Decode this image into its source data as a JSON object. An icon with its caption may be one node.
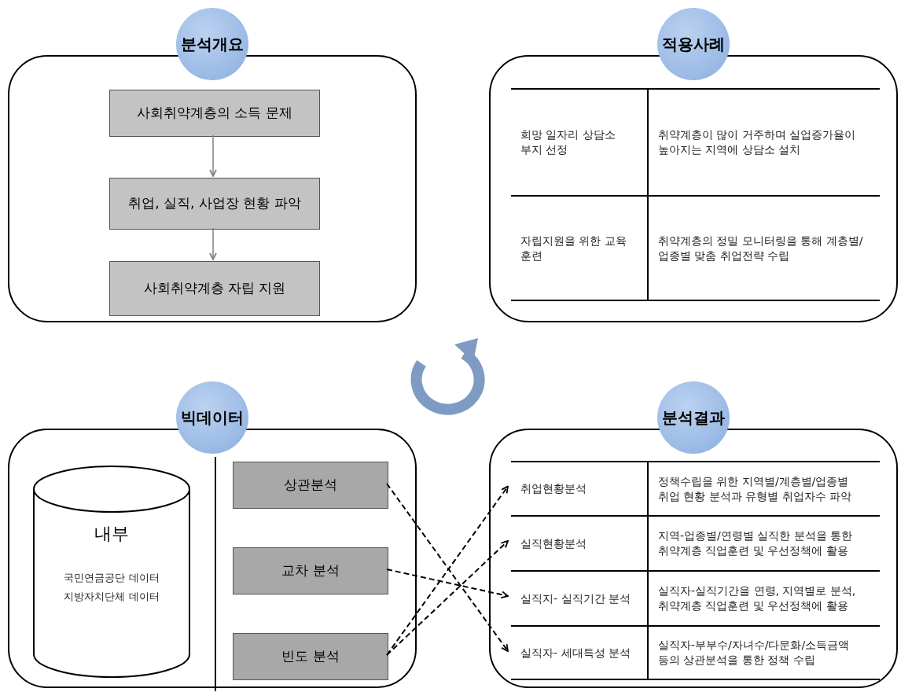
{
  "diagram": {
    "nodes": [
      {
        "text": [
          "분석개요"
        ]
      },
      {
        "text": [
          "사회취약계층의 소득 문제"
        ],
        "in": 0
      },
      {
        "text": [
          "취업, 실직, 사업장 현황 파악"
        ],
        "in": 0
      },
      {
        "text": [
          "사회취약계층 자립 지원"
        ],
        "in": 0
      },
      {
        "text": [
          "적용사례"
        ]
      },
      {
        "text": [
          "희망 일자리 상담소 부지 선정",
          "취약계층이 많이 거주하며 실업증가율이 높아지는 지역에 상담소 설치"
        ],
        "in": 4
      },
      {
        "text": [
          "자립지원을 위한 교육 훈련",
          "취약계층의 정밀 모니터링을 통해 계층별/업종별 맞춤 취업전략 수립"
        ],
        "in": 4
      },
      {
        "text": [
          "빅데이터"
        ]
      },
      {
        "text": [
          "내부",
          "국민연금공단 데이터 지방자치단체 데이터"
        ],
        "in": 7
      },
      {
        "text": [
          "상관분석"
        ],
        "in": 7
      },
      {
        "text": [
          "교차 분석"
        ],
        "in": 7
      },
      {
        "text": [
          "빈도 분석"
        ],
        "in": 7
      },
      {
        "text": [
          "분석결과"
        ]
      },
      {
        "text": [
          "취업현황분석",
          "정책수립을 위한 지역별/계층별/업종별 취업 현황 분석과 유형별 취업자수 파악"
        ],
        "in": 12
      },
      {
        "text": [
          "실직현황분석",
          "지역-업종별/연령별 실직한 분석을 통한 취약계층 직업훈련 및 우선정책에 활용"
        ],
        "in": 12
      },
      {
        "text": [
          "실직지- 실직기간 분석",
          "실직자-실직기간을 연령, 지역별로 분석, 취약계층 직업훈련 및 우선정책에 활용"
        ],
        "in": 12
      },
      {
        "text": [
          "실직자- 세대특성 분석",
          "실직자-부부수/자녀수/다문화/소득금액 등의 상관분석을 통한 정책 수립"
        ],
        "in": 12
      }
    ],
    "edges": [
      {
        "from": 1,
        "to": 2,
        "arrow": "to",
        "color": "#808080"
      },
      {
        "from": 2,
        "to": 3,
        "arrow": "to",
        "color": "#808080"
      },
      {
        "from": 9,
        "to": 16,
        "arrow": "to",
        "style": "dashed"
      },
      {
        "from": 10,
        "to": 15,
        "arrow": "to",
        "style": "dashed"
      },
      {
        "from": 11,
        "to": 13,
        "arrow": "to",
        "style": "dashed"
      },
      {
        "from": 11,
        "to": 14,
        "arrow": "to",
        "style": "dashed"
      }
    ]
  }
}
